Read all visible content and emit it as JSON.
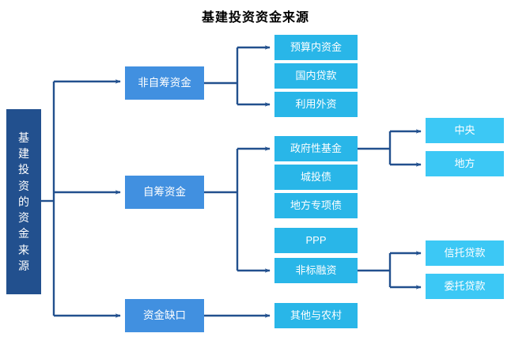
{
  "title": "基建投资资金来源",
  "colors": {
    "root": "#22508E",
    "level1": "#4190E0",
    "level2": "#29B6E8",
    "level3": "#3CC8F5",
    "connector": "#22508E",
    "background": "#FFFFFF",
    "title_text": "#000000",
    "node_text": "#FFFFFF"
  },
  "root": {
    "label": "基建投资的资金来源",
    "chars": [
      "基",
      "建",
      "投",
      "资",
      "的",
      "资",
      "金",
      "来",
      "源"
    ]
  },
  "level1": [
    {
      "id": "non-self-raised",
      "label": "非自筹资金"
    },
    {
      "id": "self-raised",
      "label": "自筹资金"
    },
    {
      "id": "funding-gap",
      "label": "资金缺口"
    }
  ],
  "level2": [
    {
      "id": "budget-funds",
      "label": "预算内资金",
      "parent": "non-self-raised"
    },
    {
      "id": "domestic-loans",
      "label": "国内贷款",
      "parent": "non-self-raised"
    },
    {
      "id": "foreign-capital",
      "label": "利用外资",
      "parent": "non-self-raised"
    },
    {
      "id": "government-fund",
      "label": "政府性基金",
      "parent": "self-raised"
    },
    {
      "id": "urban-investment-bond",
      "label": "城投债",
      "parent": "self-raised"
    },
    {
      "id": "local-special-bond",
      "label": "地方专项债",
      "parent": "self-raised"
    },
    {
      "id": "ppp",
      "label": "PPP",
      "parent": "self-raised"
    },
    {
      "id": "non-standard-financing",
      "label": "非标融资",
      "parent": "self-raised"
    },
    {
      "id": "other-and-rural",
      "label": "其他与农村",
      "parent": "funding-gap"
    }
  ],
  "level3": [
    {
      "id": "central",
      "label": "中央",
      "parent": "government-fund"
    },
    {
      "id": "local",
      "label": "地方",
      "parent": "government-fund"
    },
    {
      "id": "trust-loans",
      "label": "信托贷款",
      "parent": "non-standard-financing"
    },
    {
      "id": "entrusted-loans",
      "label": "委托贷款",
      "parent": "non-standard-financing"
    }
  ]
}
